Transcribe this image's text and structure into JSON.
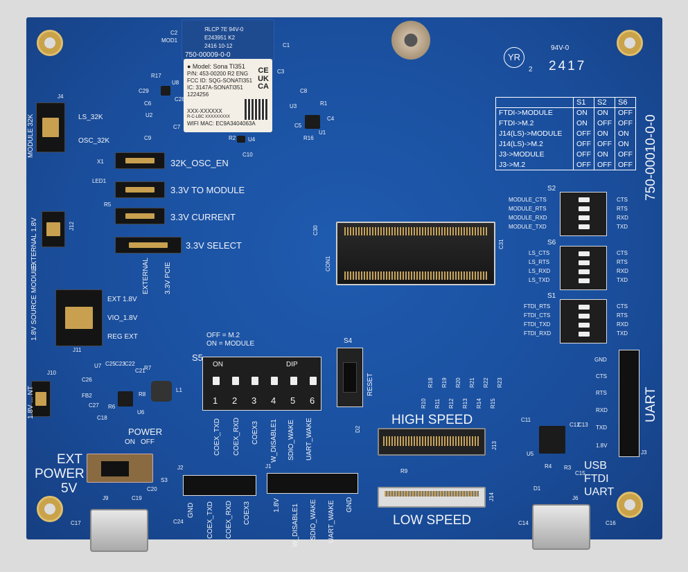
{
  "board": {
    "part_number": "750-00010-0-0",
    "rating": "94V-0",
    "date_code": "2417",
    "mfr_logo": "YR",
    "mfr_suffix": "2",
    "module": {
      "ref": "MOD1",
      "part": "750-00009-0-0",
      "top": [
        "ЯLCP 7E 94V-0",
        "E243951 K2",
        "2416 10-12"
      ],
      "label": [
        "● Model: Sona TI351",
        "P/N: 453-00200 R2 ENG",
        "FCC ID: SQG-SONATI351",
        "IC: 3147A-SONATI351",
        "1224256",
        "XXX-XXXXXX",
        "R-C-LBC XXXXXXXXX",
        "WIFI MAC: EC9A3404063A"
      ],
      "marks": [
        "CE",
        "UK",
        "CA"
      ]
    },
    "table": {
      "headers": [
        "",
        "S1",
        "S2",
        "S6"
      ],
      "rows": [
        [
          "FTDI->MODULE",
          "ON",
          "ON",
          "OFF"
        ],
        [
          "FTDI->M.2",
          "ON",
          "OFF",
          "OFF"
        ],
        [
          "J14(LS)->MODULE",
          "OFF",
          "ON",
          "ON"
        ],
        [
          "J14(LS)->M.2",
          "OFF",
          "OFF",
          "ON"
        ],
        [
          "J3->MODULE",
          "OFF",
          "ON",
          "OFF"
        ],
        [
          "J3->M.2",
          "OFF",
          "OFF",
          "OFF"
        ]
      ]
    },
    "jumpers": {
      "j4": "J4",
      "ls32k": "LS_32K",
      "osc32k": "OSC_32K",
      "module32k": "MODULE 32K",
      "osc_en": "32K_OSC_EN",
      "to_module": "3.3V TO MODULE",
      "current": "3.3V CURRENT",
      "select": "3.3V SELECT",
      "external": "EXTERNAL",
      "pcie": "3.3V PCIE",
      "j12": "J12",
      "ext18": "EXTERNAL 1.8V",
      "src_ext": "EXT 1.8V",
      "src_vio": "VIO_1.8V",
      "src_reg": "REG EXT",
      "src_title": "1.8V SOURCE MODULE",
      "j11": "J11",
      "j10": "J10",
      "j10_label": "1.8V ... NT"
    },
    "power": {
      "title": "POWER",
      "on": "ON",
      "off": "OFF",
      "ext": "EXT",
      "power": "POWER",
      "v5": "5V",
      "s3": "S3"
    },
    "s5": {
      "ref": "S5",
      "legend1": "OFF = M.2",
      "legend2": "ON = MODULE",
      "on": "ON",
      "dip": "DIP",
      "nums": [
        "1",
        "2",
        "3",
        "4",
        "5",
        "6"
      ],
      "signals": [
        "COEX_TXD",
        "COEX_RXD",
        "COEX3",
        "W_DISABLE1",
        "SDIO_WAKE",
        "UART_WAKE"
      ]
    },
    "s4": {
      "ref": "S4",
      "label": "RESET",
      "d2": "D2"
    },
    "j2": {
      "ref": "J2",
      "pins": [
        "GND",
        "COEX_TXD",
        "COEX_RXD",
        "COEX3"
      ]
    },
    "j1": {
      "ref": "J1",
      "pins": [
        "1.8V",
        "W_DISABLE1",
        "SDIO_WAKE",
        "UART_WAKE",
        "GND"
      ]
    },
    "m2": {
      "ref": "CON1",
      "c30": "C30",
      "c31": "C31"
    },
    "high_speed": "HIGH SPEED",
    "low_speed": "LOW SPEED",
    "j13": "J13",
    "j14": "J14",
    "r9": "R9",
    "resistors": [
      "R10",
      "R18",
      "R11",
      "R19",
      "R12",
      "R20",
      "R13",
      "R21",
      "R14",
      "R22",
      "R15",
      "R23"
    ],
    "s2": {
      "ref": "S2",
      "left": [
        "MODULE_CTS",
        "MODULE_RTS",
        "MODULE_RXD",
        "MODULE_TXD"
      ],
      "right": [
        "CTS",
        "RTS",
        "RXD",
        "TXD"
      ]
    },
    "s6": {
      "ref": "S6",
      "left": [
        "LS_CTS",
        "LS_RTS",
        "LS_RXD",
        "LS_TXD"
      ],
      "right": [
        "CTS",
        "RTS",
        "RXD",
        "TXD"
      ]
    },
    "s1": {
      "ref": "S1",
      "left": [
        "FTDI_RTS",
        "FTDI_CTS",
        "FTDI_TXD",
        "FTDI_RXD"
      ],
      "right": [
        "CTS",
        "RTS",
        "RXD",
        "TXD"
      ]
    },
    "uart": {
      "title": "UART",
      "ref": "J3",
      "pins": [
        "GND",
        "CTS",
        "RTS",
        "RXD",
        "TXD",
        "1.8V"
      ]
    },
    "ftdi": {
      "line1": "USB",
      "line2": "FTDI",
      "line3": "UART",
      "u5": "U5",
      "d1": "D1",
      "j6": "J6"
    },
    "refs": [
      "C2",
      "C1",
      "C3",
      "R17",
      "C29",
      "U8",
      "C6",
      "C28",
      "U2",
      "C7",
      "C8",
      "U3",
      "R1",
      "C5",
      "C4",
      "R16",
      "U1",
      "R2",
      "U4",
      "C10",
      "C9",
      "X1",
      "LED1",
      "R5",
      "U7",
      "C26",
      "C25",
      "C23",
      "C22",
      "C21",
      "R7",
      "FB2",
      "C27",
      "R6",
      "R8",
      "U6",
      "L1",
      "C18",
      "J9",
      "C19",
      "C20",
      "C17",
      "C24",
      "C11",
      "C12",
      "C13",
      "C15",
      "R4",
      "R3",
      "C14",
      "C16"
    ]
  }
}
